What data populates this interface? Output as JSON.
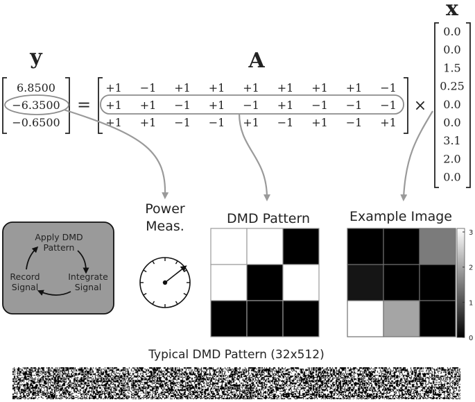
{
  "equation": {
    "y_label": "y",
    "A_label": "A",
    "x_label": "x",
    "equals": "=",
    "times": "×",
    "y_values": [
      "6.8500",
      "−6.3500",
      "−0.6500"
    ],
    "A_rows": [
      [
        "+1",
        "−1",
        "+1",
        "+1",
        "+1",
        "+1",
        "+1",
        "+1",
        "−1"
      ],
      [
        "+1",
        "+1",
        "−1",
        "+1",
        "−1",
        "+1",
        "−1",
        "−1",
        "−1"
      ],
      [
        "+1",
        "+1",
        "−1",
        "−1",
        "+1",
        "−1",
        "+1",
        "−1",
        "+1"
      ]
    ],
    "x_values": [
      "0.0",
      "0.0",
      "1.5",
      "0.25",
      "0.0",
      "0.0",
      "3.1",
      "2.0",
      "0.0"
    ]
  },
  "cycle": {
    "step1_line1": "Apply DMD",
    "step1_line2": "Pattern",
    "step2_line1": "Integrate",
    "step2_line2": "Signal",
    "step3_line1": "Record",
    "step3_line2": "Signal",
    "box_color": "#9a9a9a"
  },
  "power": {
    "line1": "Power",
    "line2": "Meas."
  },
  "dmd_pattern": {
    "title": "DMD Pattern",
    "cells": [
      1,
      1,
      0,
      1,
      0,
      1,
      0,
      0,
      0
    ]
  },
  "example_image": {
    "title": "Example Image",
    "values": [
      0.0,
      0.0,
      1.5,
      0.25,
      0.0,
      0.0,
      3.1,
      2.0,
      0.0
    ],
    "vmin": 0,
    "vmax": 3.1,
    "colorbar_ticks": [
      "0",
      "1",
      "2",
      "3"
    ]
  },
  "typical_pattern": {
    "caption": "Typical DMD Pattern (32x512)",
    "rows": 32,
    "cols": 512
  }
}
